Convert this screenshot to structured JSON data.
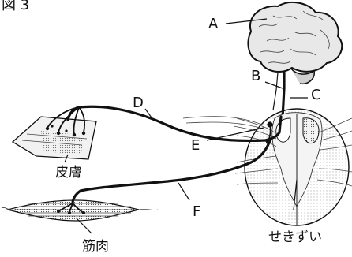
{
  "figure_label": "図 3",
  "labels": {
    "A": "A",
    "B": "B",
    "C": "C",
    "D": "D",
    "E": "E",
    "F": "F"
  },
  "captions": {
    "skin": "皮膚",
    "muscle": "筋肉",
    "spinal_cord": "せきずい"
  },
  "icons": [
    "brain-icon",
    "skin-icon",
    "muscle-icon",
    "spinal-cord-icon"
  ]
}
